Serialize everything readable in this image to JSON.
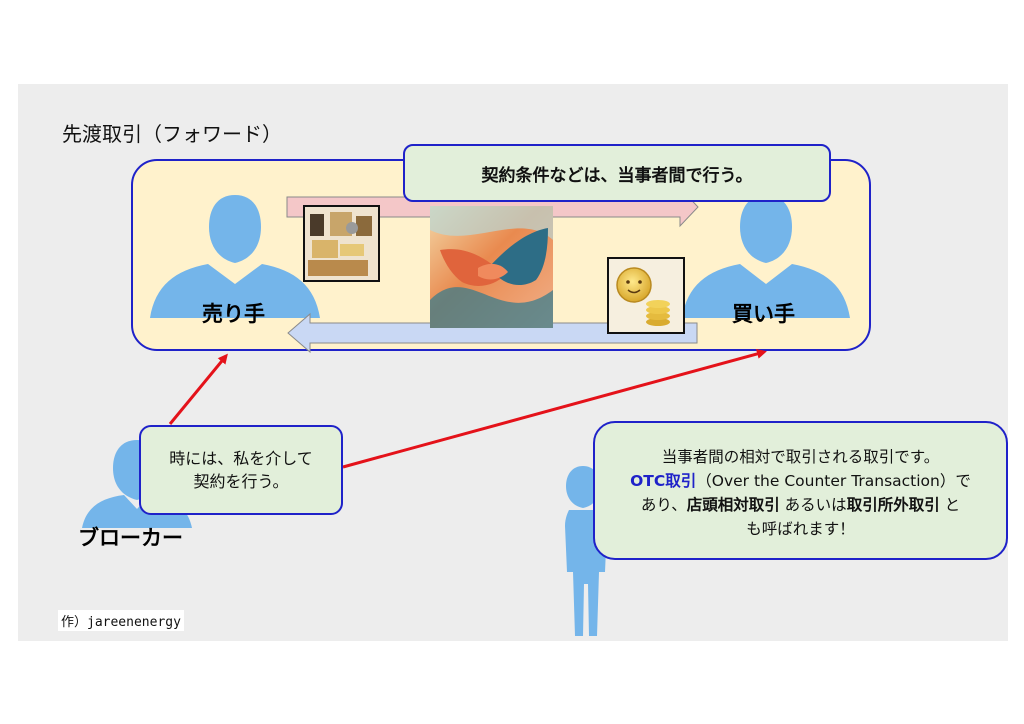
{
  "title": "先渡取引（フォワード）",
  "top_callout": "契約条件などは、当事者間で行う。",
  "seller_label": "売り手",
  "buyer_label": "買い手",
  "broker": {
    "line1": "時には、私を介して",
    "line2": "契約を行う。",
    "label": "ブローカー"
  },
  "note": {
    "line1": "当事者間の相対で取引される取引です。",
    "otc": "OTC取引",
    "line2_rest": "（Over the Counter Transaction）で",
    "line3_a": "あり、",
    "line3_b": "店頭相対取引",
    "line3_c": " あるいは",
    "line3_d": "取引所外取引",
    "line3_e": " と",
    "line4": "も呼ばれます！"
  },
  "credit": "作）jareenenergy",
  "colors": {
    "person": "#74b5ea",
    "outer_fill": "#fff2cc",
    "border_blue": "#1f22c9",
    "callout_fill": "#e2efda",
    "arrow_pink": "#f4c7c8",
    "arrow_blue": "#c9d8f4",
    "red_arrow": "#e4121a"
  },
  "icons": [
    "person-silhouette-icon",
    "commodities-image",
    "handshake-image",
    "coin-image"
  ]
}
